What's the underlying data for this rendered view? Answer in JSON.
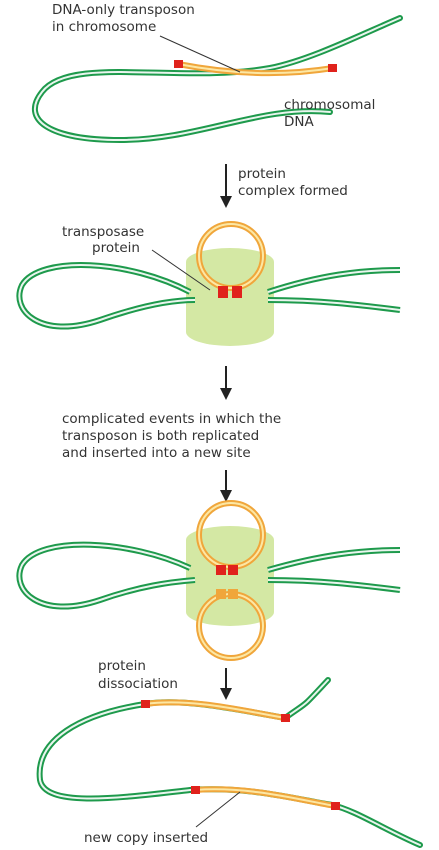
{
  "labels": {
    "transposon_line1": "DNA-only transposon",
    "transposon_line2": "in chromosome",
    "chromosomal_line1": "chromosomal",
    "chromosomal_line2": "DNA",
    "step1_line1": "protein",
    "step1_line2": "complex formed",
    "transposase_line1": "transposase",
    "transposase_line2": "protein",
    "step2_line1": "complicated events in which the",
    "step2_line2": "transposon is both replicated",
    "step2_line3": "and inserted into a new site",
    "step3_line1": "protein",
    "step3_line2": "dissociation",
    "new_copy": "new copy inserted"
  },
  "colors": {
    "dna_green": "#1e9a4c",
    "transposon_orange": "#f0a63b",
    "transposon_fill": "#fce7a4",
    "site_red": "#e0221c",
    "protein_green": "#d4e8a4",
    "text": "#333333"
  }
}
